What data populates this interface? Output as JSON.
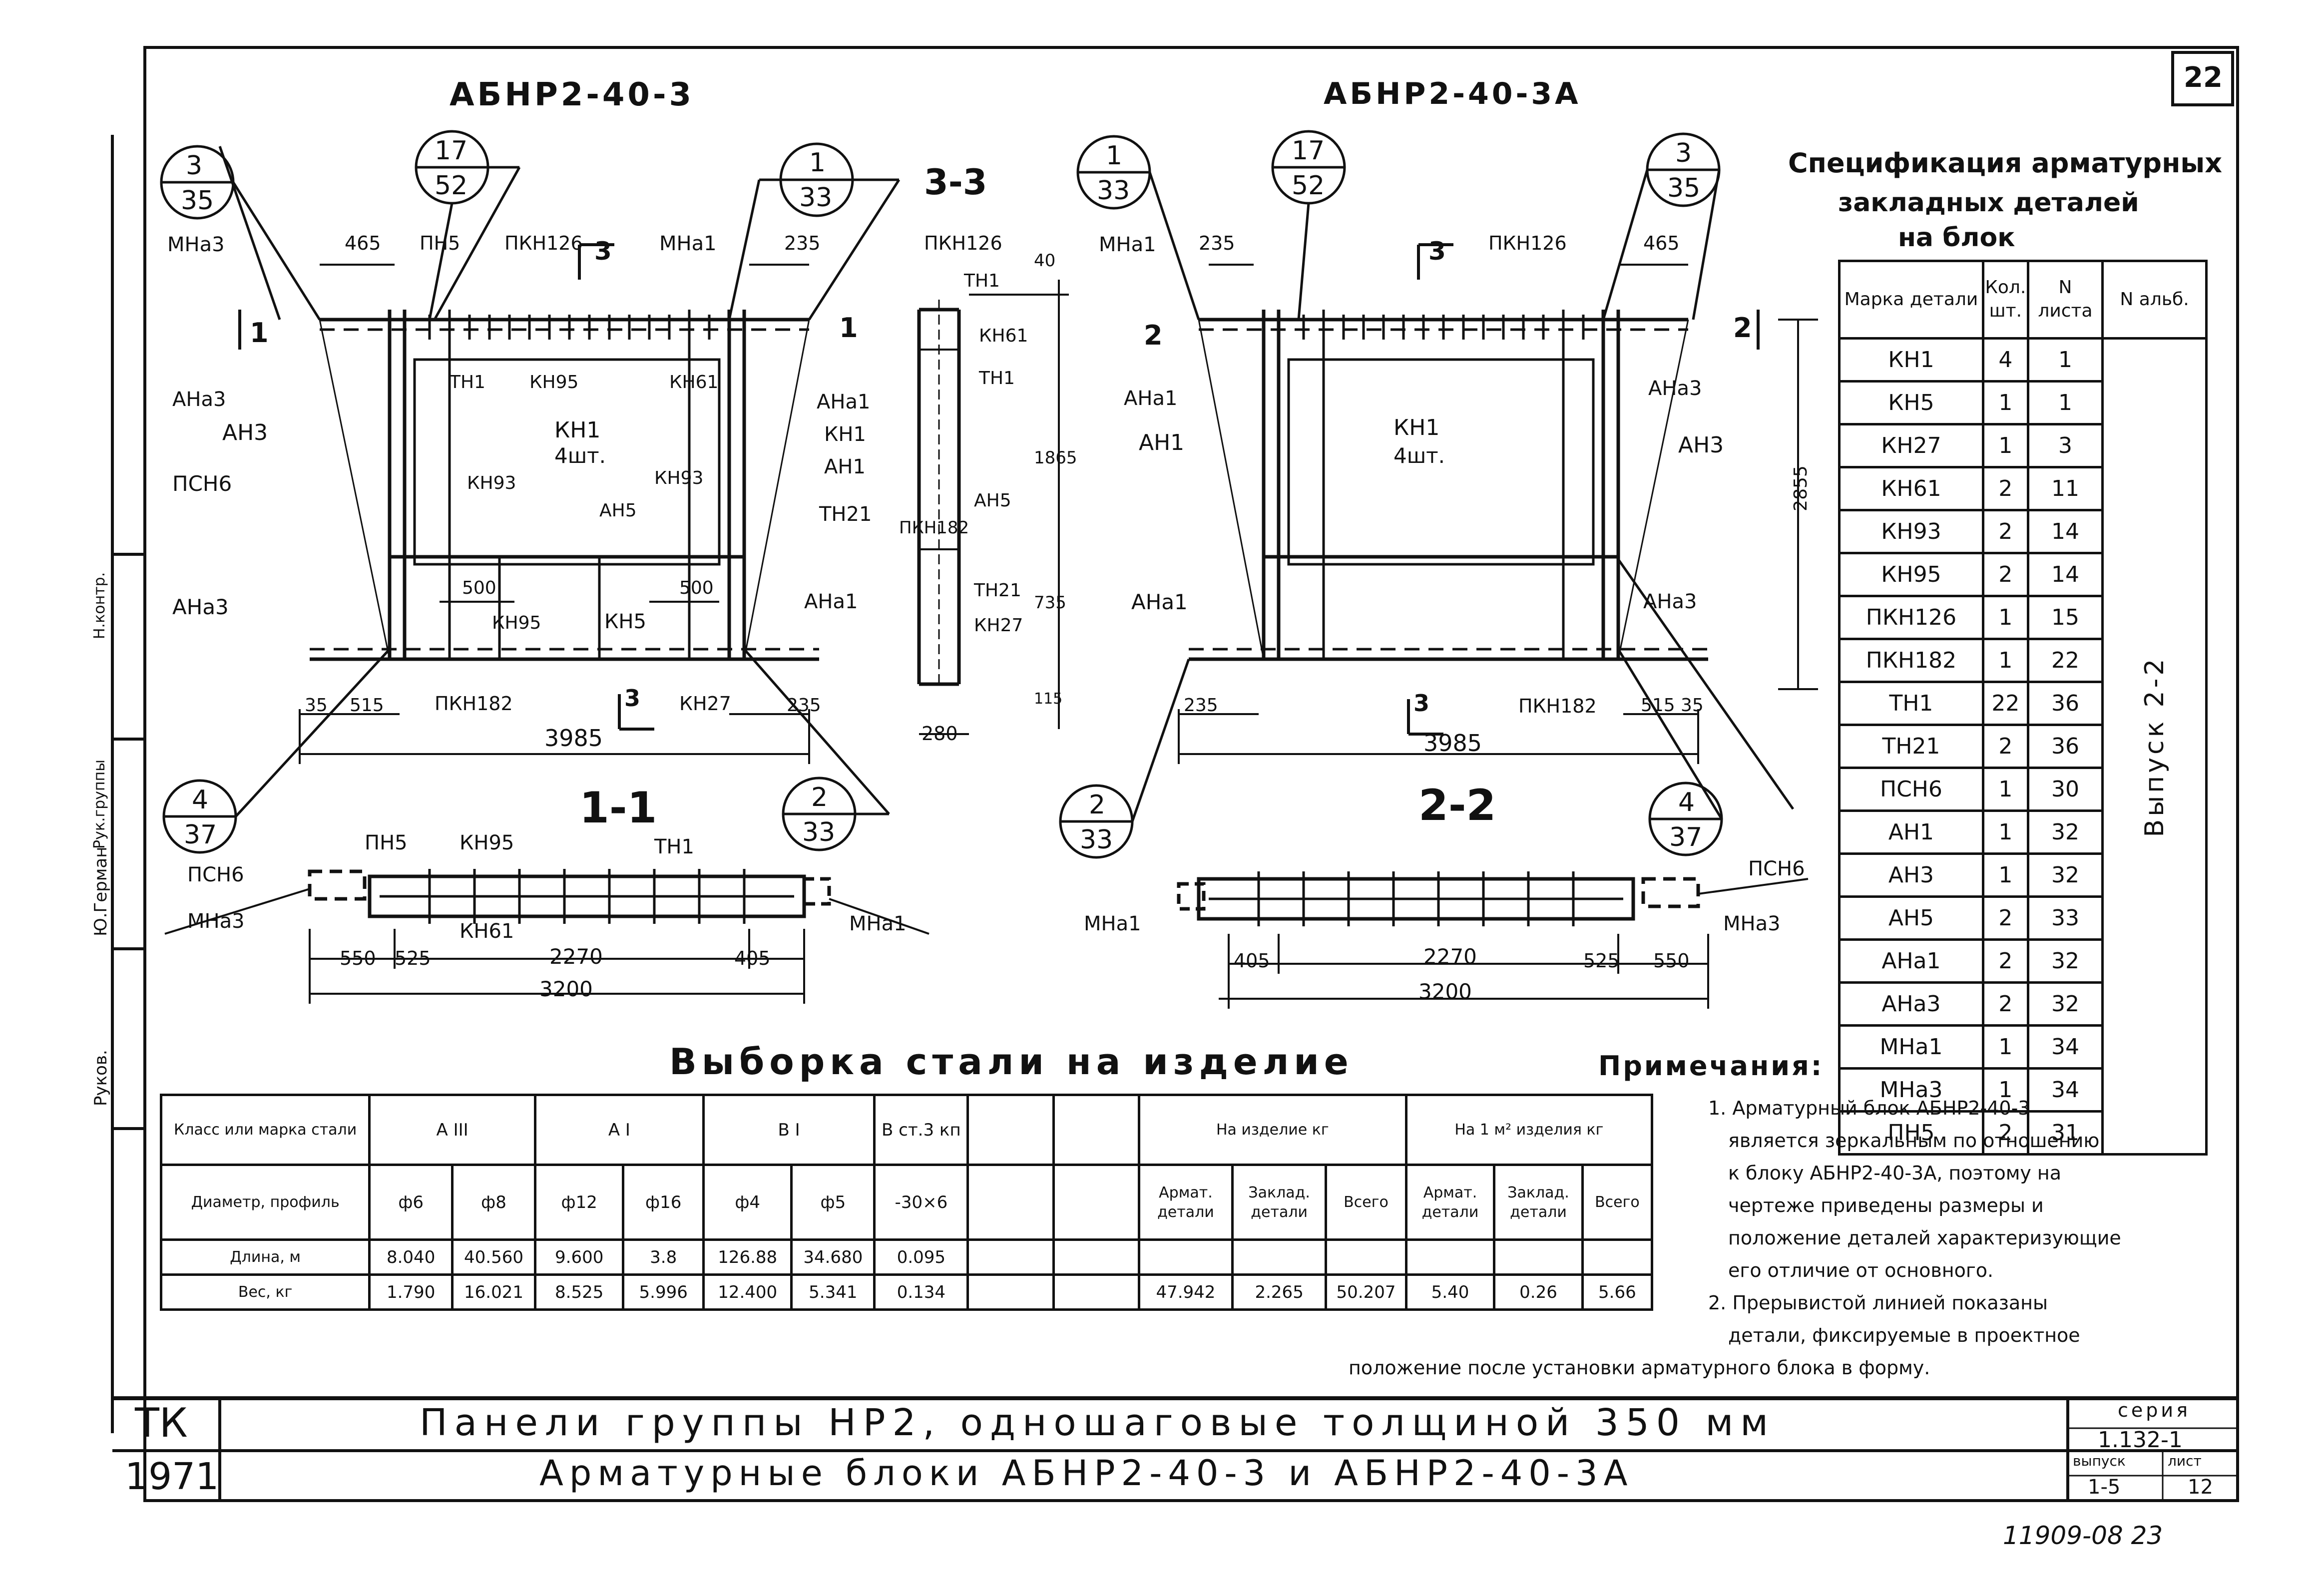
{
  "sheet": {
    "number": "22"
  },
  "drawings": {
    "left_block": {
      "title": "АБНР2-40-3",
      "callouts": [
        {
          "top": "3",
          "bottom": "35"
        },
        {
          "top": "17",
          "bottom": "52"
        },
        {
          "top": "1",
          "bottom": "33"
        },
        {
          "top": "4",
          "bottom": "37"
        },
        {
          "top": "2",
          "bottom": "33"
        }
      ],
      "labels": [
        "МНа3",
        "465",
        "ПН5",
        "ПКН126",
        "3",
        "МНа1",
        "235",
        "1",
        "1",
        "АНа3",
        "ТН1",
        "КН95",
        "КН61",
        "АНа1",
        "АН3",
        "КН1",
        "4шт.",
        "КН1",
        "ПСН6",
        "КН93",
        "КН93",
        "АН1",
        "АН5",
        "ТН21",
        "500",
        "500",
        "АНа3",
        "АНа1",
        "КН95",
        "КН5",
        "ПКН182",
        "3",
        "КН27",
        "35",
        "515",
        "235",
        "3985"
      ],
      "section_label": "1-1",
      "section_labels": [
        "ПН5",
        "КН95",
        "ТН1",
        "ПСН6",
        "МНа3",
        "КН61",
        "МНа1",
        "550",
        "525",
        "2270",
        "405",
        "3200"
      ]
    },
    "section_3_3": {
      "title": "3-3",
      "labels": [
        "ПКН126",
        "ТН1",
        "40",
        "КН61",
        "ТН1",
        "1865",
        "АН5",
        "ПКН182",
        "ТН21",
        "КН27",
        "735",
        "115",
        "280"
      ]
    },
    "right_block": {
      "title": "АБНР2-40-3А",
      "callouts": [
        {
          "top": "1",
          "bottom": "33"
        },
        {
          "top": "17",
          "bottom": "52"
        },
        {
          "top": "3",
          "bottom": "35"
        },
        {
          "top": "2",
          "bottom": "33"
        },
        {
          "top": "4",
          "bottom": "37"
        }
      ],
      "labels": [
        "МНа1",
        "235",
        "3",
        "ПКН126",
        "465",
        "2",
        "2",
        "АНа1",
        "АНа3",
        "АН1",
        "КН1",
        "4шт.",
        "АН3",
        "2855",
        "АНа1",
        "АНа3",
        "235",
        "3",
        "ПКН182",
        "515",
        "35",
        "3985"
      ],
      "section_label": "2-2",
      "section_labels": [
        "ПСН6",
        "МНа1",
        "МНа3",
        "405",
        "2270",
        "525",
        "550",
        "3200"
      ]
    }
  },
  "specification": {
    "title_lines": [
      "Спецификация арматурных",
      "закладных деталей",
      "на блок"
    ],
    "headers": [
      "Марка детали",
      "Кол. шт.",
      "N листа",
      "N альб."
    ],
    "album_note": "Выпуск 2-2",
    "rows": [
      [
        "КН1",
        "4",
        "1"
      ],
      [
        "КН5",
        "1",
        "1"
      ],
      [
        "КН27",
        "1",
        "3"
      ],
      [
        "КН61",
        "2",
        "11"
      ],
      [
        "КН93",
        "2",
        "14"
      ],
      [
        "КН95",
        "2",
        "14"
      ],
      [
        "ПКН126",
        "1",
        "15"
      ],
      [
        "ПКН182",
        "1",
        "22"
      ],
      [
        "ТН1",
        "22",
        "36"
      ],
      [
        "ТН21",
        "2",
        "36"
      ],
      [
        "ПСН6",
        "1",
        "30"
      ],
      [
        "АН1",
        "1",
        "32"
      ],
      [
        "АН3",
        "1",
        "32"
      ],
      [
        "АН5",
        "2",
        "33"
      ],
      [
        "АНа1",
        "2",
        "32"
      ],
      [
        "АНа3",
        "2",
        "32"
      ],
      [
        "МНа1",
        "1",
        "34"
      ],
      [
        "МНа3",
        "1",
        "34"
      ],
      [
        "ПН5",
        "2",
        "31"
      ]
    ]
  },
  "steel_selection": {
    "title": "Выборка стали на изделие",
    "class_header": "Класс или марка стали",
    "classes": [
      "А III",
      "А I",
      "В I",
      "В ст.3 кп"
    ],
    "total_header": "На изделие кг",
    "per_m2_header": "На 1 м² изделия кг",
    "diameter_header": "Диаметр, профиль",
    "diameters": [
      "ф6",
      "ф8",
      "ф12",
      "ф16",
      "ф4",
      "ф5",
      "-30×6"
    ],
    "sub_headers": [
      "Армат. детали",
      "Заклад. детали",
      "Всего",
      "Армат. детали",
      "Заклад. детали",
      "Всего"
    ],
    "length_label": "Длина, м",
    "lengths": [
      "8.040",
      "40.560",
      "9.600",
      "3.8",
      "126.88",
      "34.680",
      "0.095"
    ],
    "weight_label": "Вес, кг",
    "weights": [
      "1.790",
      "16.021",
      "8.525",
      "5.996",
      "12.400",
      "5.341",
      "0.134"
    ],
    "weight_totals": [
      "47.942",
      "2.265",
      "50.207",
      "5.40",
      "0.26",
      "5.66"
    ]
  },
  "notes": {
    "title": "Примечания:",
    "items": [
      "1. Арматурный блок АБНР2-40-3",
      "является зеркальным по отношению",
      "к блоку АБНР2-40-3А, поэтому на",
      "чертеже приведены размеры и",
      "положение деталей характеризующие",
      "его отличие от основного.",
      "2. Прерывистой линией показаны",
      "детали, фиксируемые в проектное",
      "положение после установки арматурного блока в форму."
    ]
  },
  "title_block": {
    "org": "ТК",
    "year": "1971",
    "title_line1": "Панели группы НР2, одношаговые толщиной 350 мм",
    "title_line2": "Арматурные блоки АБНР2-40-3 и АБНР2-40-3А",
    "series_label": "серия",
    "series_value": "1.132-1",
    "issue_label": "выпуск",
    "issue_value": "1-5",
    "sheet_label": "лист",
    "sheet_value": "12"
  },
  "side_stamp": [
    "Руков.",
    "Ю.Герман",
    "Рук.группы",
    "Н.контр."
  ],
  "footer_code": "11909-08  23"
}
